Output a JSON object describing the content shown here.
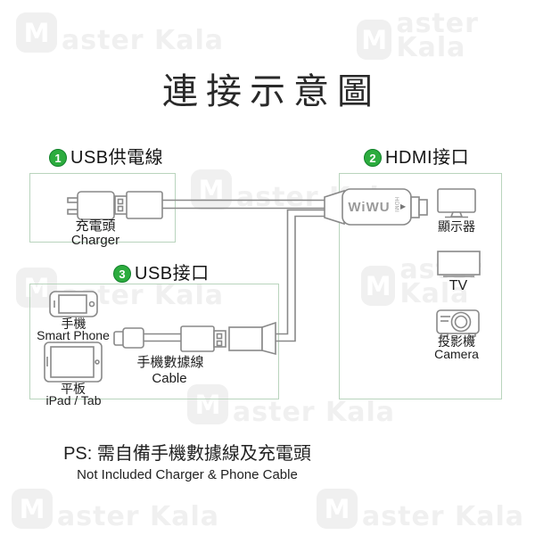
{
  "title": "連接示意圖",
  "watermark": {
    "logo_letter": "M",
    "text": "aster Kala"
  },
  "sections": {
    "usb_power": {
      "number": "1",
      "label": "USB供電線"
    },
    "hdmi": {
      "number": "2",
      "label": "HDMI接口"
    },
    "usb": {
      "number": "3",
      "label": "USB接口"
    }
  },
  "adapter": {
    "brand": "WiWU",
    "port_label": "HDMI",
    "arrow": "▶"
  },
  "labels": {
    "charger_zh": "充電頭",
    "charger_en": "Charger",
    "monitor_zh": "顯示器",
    "tv_en": "TV",
    "projector_zh": "投影機",
    "projector_en": "Camera",
    "phone_zh": "手機",
    "phone_en": "Smart Phone",
    "tablet_zh": "平板",
    "tablet_en": "iPad / Tab",
    "cable_zh": "手機數據線",
    "cable_en": "Cable"
  },
  "note": {
    "line1": "PS: 需自備手機數據線及充電頭",
    "line2": "Not Included Charger & Phone Cable"
  },
  "colors": {
    "accent_green": "#2cac3e",
    "box_border_green": "#b9d4bd",
    "line_gray": "#898989",
    "watermark_gray": "#f0f0f0",
    "text_dark": "#222222"
  }
}
